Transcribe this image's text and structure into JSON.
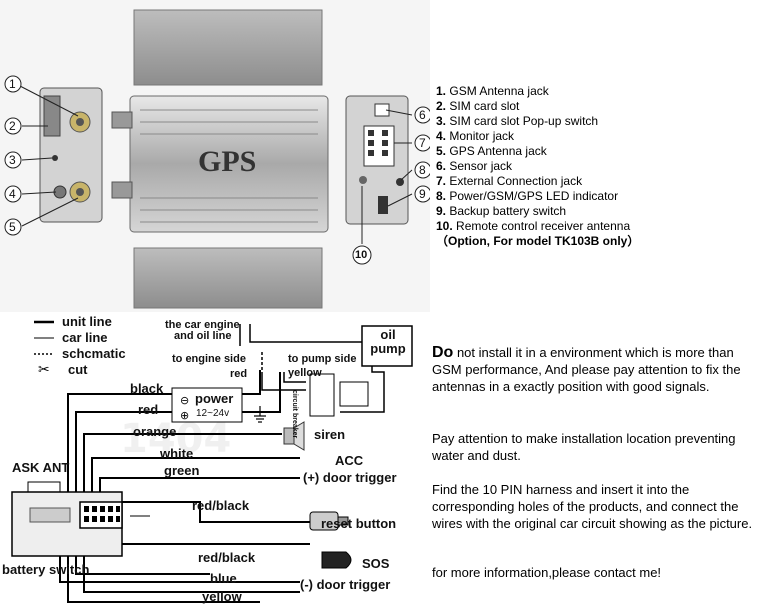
{
  "product": {
    "device_label": "GPS"
  },
  "callouts": [
    "1",
    "2",
    "3",
    "4",
    "5",
    "6",
    "7",
    "8",
    "9",
    "10"
  ],
  "parts_legend": [
    {
      "num": "1.",
      "text": "GSM Antenna jack"
    },
    {
      "num": "2.",
      "text": "SIM card slot"
    },
    {
      "num": "3.",
      "text": "SIM card slot Pop-up switch"
    },
    {
      "num": "4.",
      "text": "Monitor jack"
    },
    {
      "num": "5.",
      "text": "GPS Antenna jack"
    },
    {
      "num": "6.",
      "text": "Sensor jack"
    },
    {
      "num": "7.",
      "text": "External Connection jack"
    },
    {
      "num": "8.",
      "text": "Power/GSM/GPS LED indicator"
    },
    {
      "num": "9.",
      "text": "Backup battery switch"
    },
    {
      "num": "10.",
      "text": "Remote control receiver antenna"
    }
  ],
  "parts_note": "（Option, For model TK103B only）",
  "wiring_legend": {
    "unit_line": "unit line",
    "car_line": "car line",
    "schematic": "schcmatic",
    "cut": "cut"
  },
  "wiring": {
    "car_engine": "the car engine",
    "oil_line": "and oil line",
    "to_engine_side": "to engine side",
    "to_pump_side": "to pump side",
    "oil_pump_1": "oil",
    "oil_pump_2": "pump",
    "circuit_breaker": "circuit breaker",
    "red_top": "red",
    "yellow_top": "yellow",
    "black": "black",
    "red": "red",
    "power_label": "power",
    "power_voltage": "12~24v",
    "orange": "orange",
    "siren": "siren",
    "white": "white",
    "acc": "ACC",
    "green": "green",
    "door_trigger_pos": "(+) door trigger",
    "ask_ant": "ASK ANT",
    "red_black_1": "red/black",
    "reset_button": "reset button",
    "red_black_2": "red/black",
    "sos": "SOS",
    "blue": "blue",
    "door_trigger_neg": "(-) door trigger",
    "battery_switch": "battery switch",
    "yellow": "yellow"
  },
  "notes": {
    "p1_first": "Do",
    "p1_rest": " not install it in a environment which is more than GSM performance, And please pay attention to fix the antennas in a exactly position with good signals.",
    "p2": "Pay attention to make installation location preventing water and dust.",
    "p3": "Find the 10 PIN harness and insert it into the corresponding holes of the products, and connect the wires with the original car circuit showing as the picture.",
    "p4": "for more information,please contact me!"
  }
}
